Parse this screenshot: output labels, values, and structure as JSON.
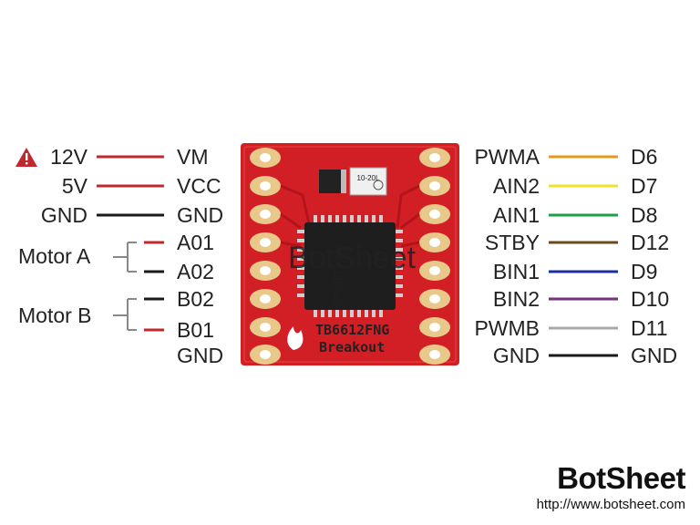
{
  "left_pins": [
    {
      "ext": "12V",
      "pin": "VM",
      "color": "#c0282d",
      "warning": true
    },
    {
      "ext": "5V",
      "pin": "VCC",
      "color": "#c0282d",
      "warning": false
    },
    {
      "ext": "GND",
      "pin": "GND",
      "color": "#1a1a1a",
      "warning": false
    },
    {
      "ext": "",
      "pin": "A01",
      "color": "#c0282d",
      "warning": false
    },
    {
      "ext": "",
      "pin": "A02",
      "color": "#1a1a1a",
      "warning": false
    },
    {
      "ext": "",
      "pin": "B02",
      "color": "#1a1a1a",
      "warning": false
    },
    {
      "ext": "",
      "pin": "B01",
      "color": "#c0282d",
      "warning": false
    },
    {
      "ext": "",
      "pin": "GND",
      "color": "",
      "warning": false
    }
  ],
  "motors": [
    {
      "label": "Motor A"
    },
    {
      "label": "Motor B"
    }
  ],
  "right_pins": [
    {
      "pin": "PWMA",
      "arduino": "D6",
      "color": "#e29a1c"
    },
    {
      "pin": "AIN2",
      "arduino": "D7",
      "color": "#f2e02a"
    },
    {
      "pin": "AIN1",
      "arduino": "D8",
      "color": "#1fa045"
    },
    {
      "pin": "STBY",
      "arduino": "D12",
      "color": "#6b4a1e"
    },
    {
      "pin": "BIN1",
      "arduino": "D9",
      "color": "#1c2fa0"
    },
    {
      "pin": "BIN2",
      "arduino": "D10",
      "color": "#74307e"
    },
    {
      "pin": "PWMB",
      "arduino": "D11",
      "color": "#a8a8a8"
    },
    {
      "pin": "GND",
      "arduino": "GND",
      "color": "#1a1a1a"
    }
  ],
  "board": {
    "chip_text": "TB6612FNG",
    "board_line1": "TB6612FNG",
    "board_line2": "Breakout",
    "small_part_text": "10-20L",
    "watermark": "BotSheet",
    "pcb_color": "#d21f26",
    "pad_color": "#e8c98a"
  },
  "brand": {
    "title": "BotSheet",
    "url": "http://www.botsheet.com"
  }
}
